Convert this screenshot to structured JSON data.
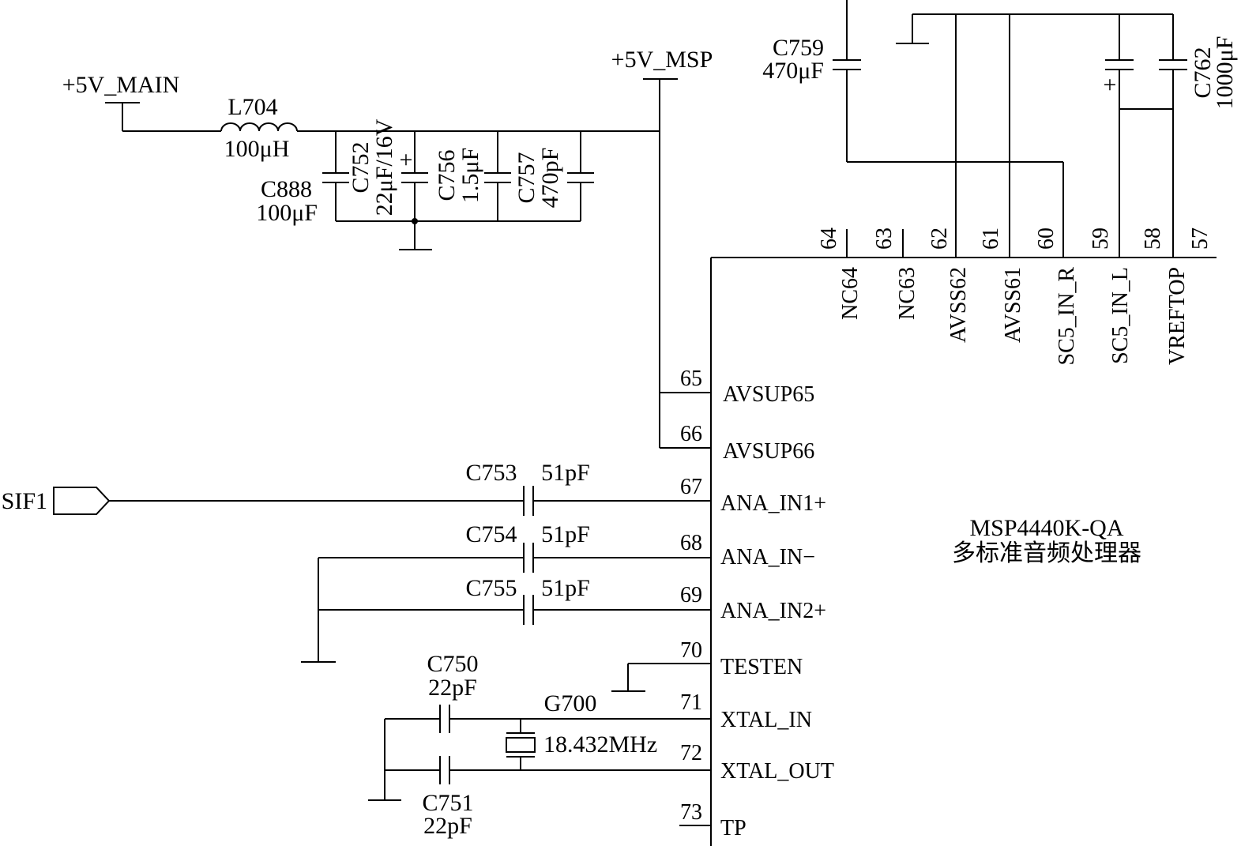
{
  "power": {
    "main": "+5V_MAIN",
    "msp": "+5V_MSP"
  },
  "components": {
    "L704": {
      "ref": "L704",
      "value": "100μH"
    },
    "C888": {
      "ref": "C888",
      "value": "100μF"
    },
    "C752": {
      "ref": "C752",
      "value": "22μF/16V"
    },
    "C756": {
      "ref": "C756",
      "value": "1.5μF"
    },
    "C757": {
      "ref": "C757",
      "value": "470pF"
    },
    "C759": {
      "ref": "C759",
      "value": "470μF"
    },
    "C762": {
      "ref": "C762",
      "value": "1000μF"
    },
    "C753": {
      "ref": "C753",
      "value": "51pF"
    },
    "C754": {
      "ref": "C754",
      "value": "51pF"
    },
    "C755": {
      "ref": "C755",
      "value": "51pF"
    },
    "C750": {
      "ref": "C750",
      "value": "22pF"
    },
    "C751": {
      "ref": "C751",
      "value": "22pF"
    },
    "G700": {
      "ref": "G700",
      "value": "18.432MHz"
    }
  },
  "polarity_mark": "+",
  "signal_input": "SIF1",
  "ic": {
    "part": "MSP4440K-QA",
    "desc": "多标准音频处理器",
    "top_pins": [
      {
        "num": "64",
        "name": "NC64"
      },
      {
        "num": "63",
        "name": "NC63"
      },
      {
        "num": "62",
        "name": "AVSS62"
      },
      {
        "num": "61",
        "name": "AVSS61"
      },
      {
        "num": "60",
        "name": "SC5_IN_R"
      },
      {
        "num": "59",
        "name": "SC5_IN_L"
      },
      {
        "num": "58",
        "name": "VREFTOP"
      },
      {
        "num": "57",
        "name": ""
      }
    ],
    "left_pins": [
      {
        "num": "65",
        "name": "AVSUP65"
      },
      {
        "num": "66",
        "name": "AVSUP66"
      },
      {
        "num": "67",
        "name": "ANA_IN1+"
      },
      {
        "num": "68",
        "name": "ANA_IN−"
      },
      {
        "num": "69",
        "name": "ANA_IN2+"
      },
      {
        "num": "70",
        "name": "TESTEN"
      },
      {
        "num": "71",
        "name": "XTAL_IN"
      },
      {
        "num": "72",
        "name": "XTAL_OUT"
      },
      {
        "num": "73",
        "name": "TP"
      }
    ]
  }
}
